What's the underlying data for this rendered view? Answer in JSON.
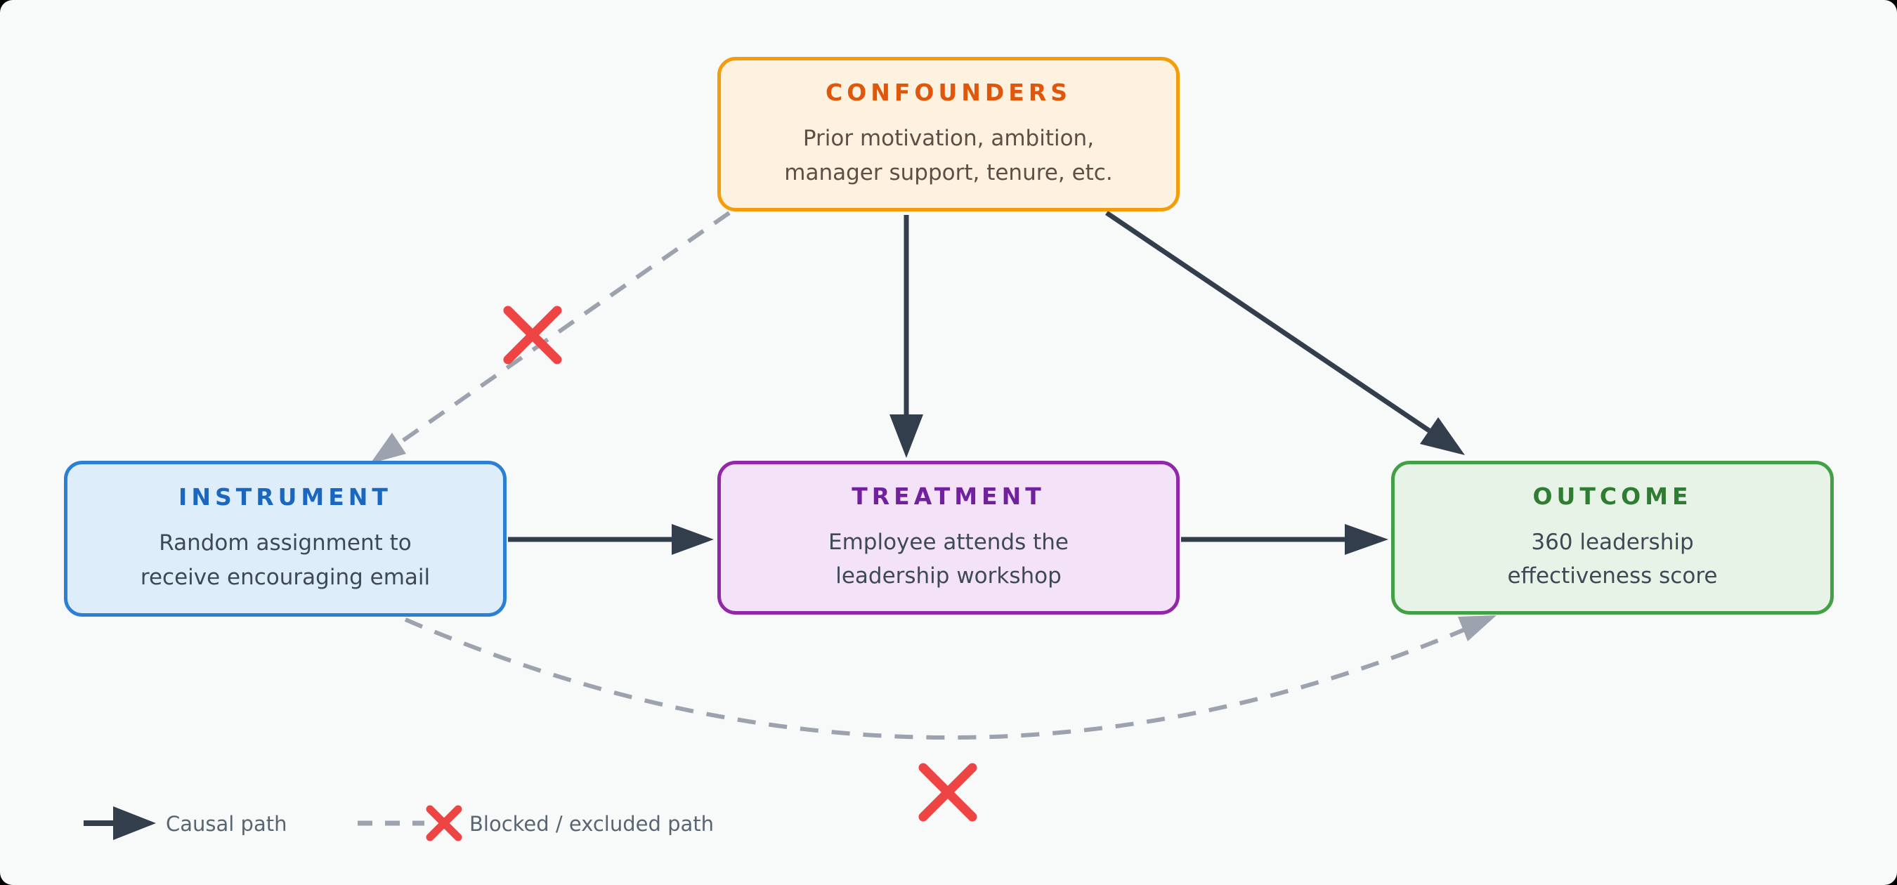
{
  "diagram": {
    "type": "causal-dag",
    "nodes": {
      "confounders": {
        "title": "CONFOUNDERS",
        "description": [
          "Prior motivation, ambition,",
          "manager support, tenure, etc."
        ],
        "border_color": "#F59C0B",
        "fill_color": "#FCF2DF",
        "title_color": "#E0570B",
        "text_color": "#5D4E46"
      },
      "instrument": {
        "title": "INSTRUMENT",
        "description": [
          "Random assignment to",
          "receive encouraging email"
        ],
        "border_color": "#2B80D4",
        "fill_color": "#DEEDFA",
        "title_color": "#1A67C0",
        "text_color": "#3E4956"
      },
      "treatment": {
        "title": "TREATMENT",
        "description": [
          "Employee attends the",
          "leadership workshop"
        ],
        "border_color": "#9128A8",
        "fill_color": "#F4E3F8",
        "title_color": "#71219E",
        "text_color": "#3E4956"
      },
      "outcome": {
        "title": "OUTCOME",
        "description": [
          "360 leadership",
          "effectiveness score"
        ],
        "border_color": "#43A047",
        "fill_color": "#E7F3E7",
        "title_color": "#2E7D32",
        "text_color": "#3E4956"
      }
    },
    "edges": [
      {
        "from": "confounders",
        "to": "instrument",
        "type": "blocked"
      },
      {
        "from": "confounders",
        "to": "treatment",
        "type": "causal"
      },
      {
        "from": "confounders",
        "to": "outcome",
        "type": "causal"
      },
      {
        "from": "instrument",
        "to": "treatment",
        "type": "causal"
      },
      {
        "from": "treatment",
        "to": "outcome",
        "type": "causal"
      },
      {
        "from": "instrument",
        "to": "outcome",
        "type": "blocked"
      }
    ],
    "colors": {
      "causal_arrow": "#333E4D",
      "blocked_arrow": "#9CA3AF",
      "blocked_x": "#EF4444",
      "background": "#F8F9F9"
    }
  },
  "legend": {
    "causal_label": "Causal path",
    "blocked_label": "Blocked / excluded path",
    "text_color": "#5A6572"
  }
}
